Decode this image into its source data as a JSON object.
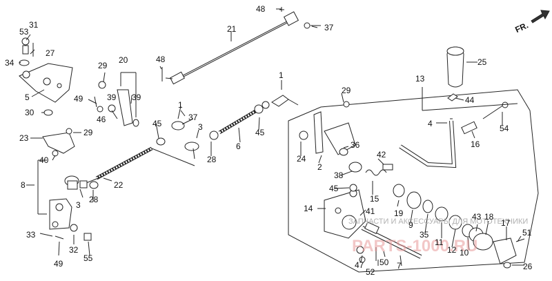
{
  "direction_label": "FR.",
  "watermark": {
    "text": "ЗАПЧАСТИ И АКСЕССУАРЫ ДЛЯ МОТОТЕХНИКИ",
    "brand": "PARTS-1000.RU"
  },
  "labels": {
    "l1a": "1",
    "l1b": "1",
    "l2": "2",
    "l3a": "3",
    "l3b": "3",
    "l4": "4",
    "l5": "5",
    "l6": "6",
    "l7": "7",
    "l8": "8",
    "l9": "9",
    "l10": "10",
    "l11": "11",
    "l12": "12",
    "l13": "13",
    "l14": "14",
    "l15": "15",
    "l16": "16",
    "l17": "17",
    "l18": "18",
    "l19": "19",
    "l20": "20",
    "l21": "21",
    "l22": "22",
    "l23": "23",
    "l24": "24",
    "l25": "25",
    "l26": "26",
    "l27": "27",
    "l28a": "28",
    "l28b": "28",
    "l29a": "29",
    "l29b": "29",
    "l29c": "29",
    "l30": "30",
    "l31": "31",
    "l32": "32",
    "l33": "33",
    "l34": "34",
    "l35": "35",
    "l36": "36",
    "l37a": "37",
    "l37b": "37",
    "l38": "38",
    "l39a": "39",
    "l39b": "39",
    "l40": "40",
    "l41": "41",
    "l42": "42",
    "l43": "43",
    "l44": "44",
    "l45a": "45",
    "l45b": "45",
    "l45c": "45",
    "l46": "46",
    "l47": "47",
    "l48a": "48",
    "l48b": "48",
    "l49a": "49",
    "l49b": "49",
    "l50": "50",
    "l51": "51",
    "l52": "52",
    "l53": "53",
    "l54": "54",
    "l55": "55"
  }
}
